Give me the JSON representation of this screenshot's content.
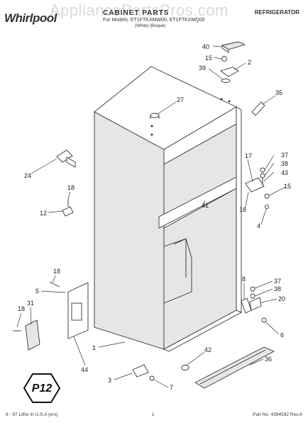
{
  "header": {
    "logo": "Whirlpool",
    "watermark": "AppliancePartsPros.com",
    "title": "CABINET PARTS",
    "models": "For Models: ET1FTKXMW00, ET1FTKXMQ00",
    "colors": "(White)          (Bisque)",
    "category": "REFRIGERATOR"
  },
  "logo_stamp": "P12",
  "callouts": [
    "40",
    "15",
    "2",
    "39",
    "27",
    "35",
    "24",
    "17",
    "37",
    "38",
    "43",
    "18",
    "15",
    "12",
    "41",
    "16",
    "4",
    "18",
    "5",
    "8",
    "37",
    "38",
    "20",
    "18",
    "31",
    "6",
    "1",
    "44",
    "42",
    "36",
    "3",
    "7"
  ],
  "footer": {
    "left": "8 - 97 Litho In U.S.A (ers)",
    "center": "1",
    "right": "Part No. 4394592 Rev.A"
  }
}
